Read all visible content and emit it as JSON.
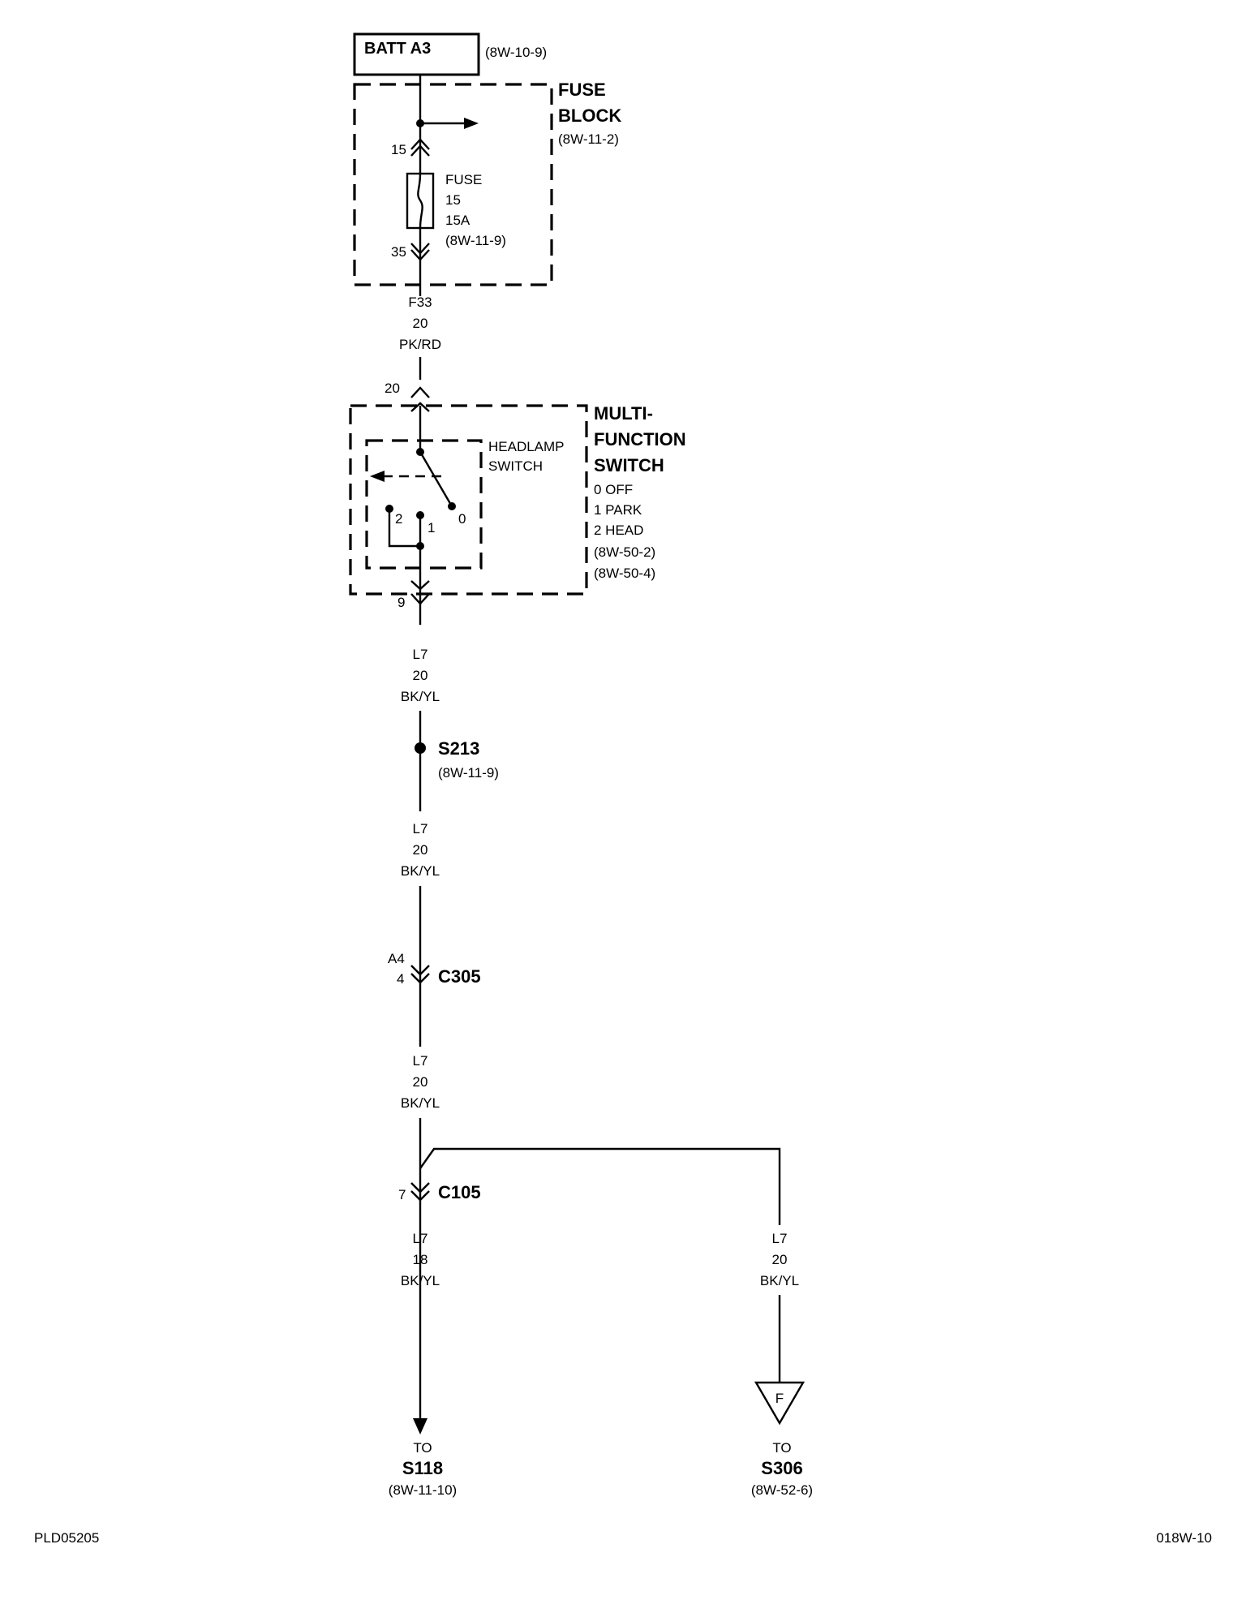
{
  "battery": {
    "label": "BATT A3",
    "ref": "(8W-10-9)"
  },
  "fuse_block": {
    "title_1": "FUSE",
    "title_2": "BLOCK",
    "ref": "(8W-11-2)",
    "pin_in": "15",
    "pin_out": "35",
    "fuse": {
      "line_1": "FUSE",
      "line_2": "15",
      "line_3": "15A",
      "ref": "(8W-11-9)"
    }
  },
  "wire_f33": {
    "circuit": "F33",
    "gauge": "20",
    "color": "PK/RD"
  },
  "multifunction_switch": {
    "pin_in": "20",
    "pin_out": "9",
    "title_1": "MULTI-",
    "title_2": "FUNCTION",
    "title_3": "SWITCH",
    "positions": [
      "0 OFF",
      "1 PARK",
      "2 HEAD"
    ],
    "refs": [
      "(8W-50-2)",
      "(8W-50-4)"
    ],
    "inner_label_1": "HEADLAMP",
    "inner_label_2": "SWITCH",
    "contact_0": "0",
    "contact_1": "1",
    "contact_2": "2"
  },
  "wire_l7_a": {
    "circuit": "L7",
    "gauge": "20",
    "color": "BK/YL"
  },
  "splice_s213": {
    "label": "S213",
    "ref": "(8W-11-9)"
  },
  "wire_l7_b": {
    "circuit": "L7",
    "gauge": "20",
    "color": "BK/YL"
  },
  "connector_c305": {
    "label": "C305",
    "pin_top": "A4",
    "pin_bottom": "4"
  },
  "wire_l7_c": {
    "circuit": "L7",
    "gauge": "20",
    "color": "BK/YL"
  },
  "connector_c105": {
    "label": "C105",
    "pin": "7"
  },
  "wire_l7_d": {
    "circuit": "L7",
    "gauge": "18",
    "color": "BK/YL"
  },
  "wire_l7_e": {
    "circuit": "L7",
    "gauge": "20",
    "color": "BK/YL"
  },
  "dest_s118": {
    "to": "TO",
    "label": "S118",
    "ref": "(8W-11-10)"
  },
  "dest_s306": {
    "to": "TO",
    "label": "S306",
    "ref": "(8W-52-6)",
    "flag": "F"
  },
  "footer": {
    "left": "PLD05205",
    "right": "018W-10"
  }
}
